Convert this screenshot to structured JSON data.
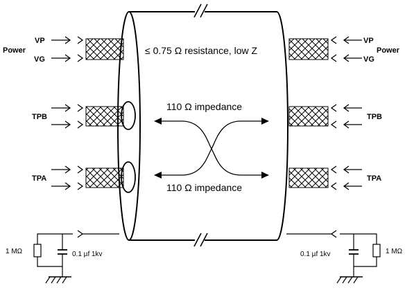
{
  "labels": {
    "power_left": "Power",
    "power_right": "Power",
    "vp_left": "VP",
    "vg_left": "VG",
    "vp_right": "VP",
    "vg_right": "VG",
    "tpb_left": "TPB",
    "tpa_left": "TPA",
    "tpb_right": "TPB",
    "tpa_right": "TPA",
    "resistance": "≤ 0.75 Ω resistance, low Z",
    "impedance_top": "110 Ω impedance",
    "impedance_bottom": "110 Ω impedance",
    "resistor_left": "1 MΩ",
    "capacitor_left": "0.1 µf 1kv",
    "resistor_right": "1 MΩ",
    "capacitor_right": "0.1 µf 1kv"
  }
}
